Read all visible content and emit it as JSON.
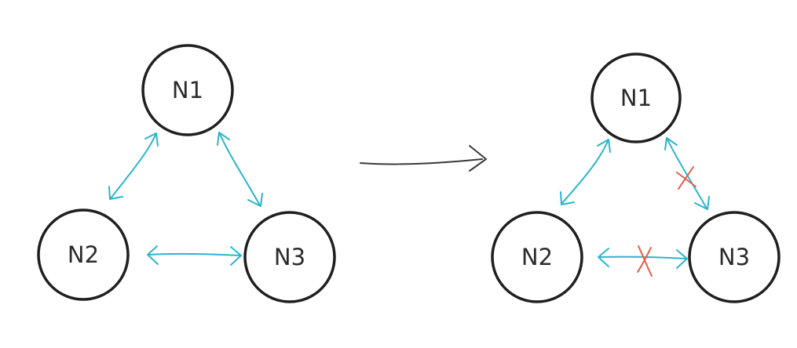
{
  "colors": {
    "node_stroke": "#1f1f1f",
    "link": "#2bb5cc",
    "cut": "#e0604a",
    "transition_arrow": "#3a3a3a"
  },
  "before": {
    "nodes": [
      {
        "id": "n1",
        "label": "N1"
      },
      {
        "id": "n2",
        "label": "N2"
      },
      {
        "id": "n3",
        "label": "N3"
      }
    ],
    "links": [
      {
        "from": "n1",
        "to": "n2",
        "bidirectional": true,
        "cut": false
      },
      {
        "from": "n1",
        "to": "n3",
        "bidirectional": true,
        "cut": false
      },
      {
        "from": "n2",
        "to": "n3",
        "bidirectional": true,
        "cut": false
      }
    ]
  },
  "after": {
    "nodes": [
      {
        "id": "n1",
        "label": "N1"
      },
      {
        "id": "n2",
        "label": "N2"
      },
      {
        "id": "n3",
        "label": "N3"
      }
    ],
    "links": [
      {
        "from": "n1",
        "to": "n2",
        "bidirectional": true,
        "cut": false
      },
      {
        "from": "n1",
        "to": "n3",
        "bidirectional": true,
        "cut": true
      },
      {
        "from": "n2",
        "to": "n3",
        "bidirectional": true,
        "cut": true
      }
    ]
  }
}
